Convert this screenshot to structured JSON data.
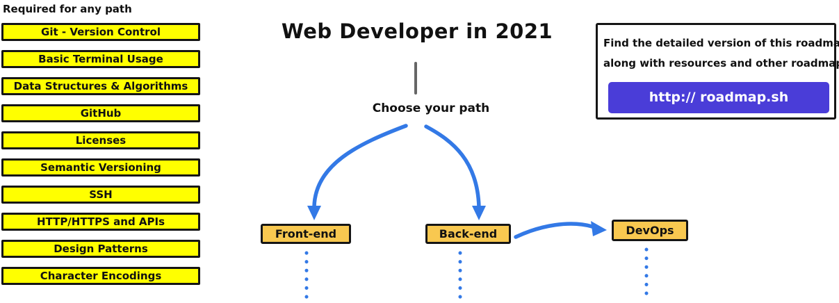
{
  "sidebar": {
    "header": "Required for any path",
    "items": [
      "Git - Version Control",
      "Basic Terminal Usage",
      "Data Structures & Algorithms",
      "GitHub",
      "Licenses",
      "Semantic Versioning",
      "SSH",
      "HTTP/HTTPS and APIs",
      "Design Patterns",
      "Character Encodings"
    ]
  },
  "center": {
    "title": "Web Developer in 2021",
    "choose_label": "Choose your path",
    "paths": [
      {
        "label": "Front-end"
      },
      {
        "label": "Back-end"
      },
      {
        "label": "DevOps"
      }
    ]
  },
  "info_box": {
    "line1": "Find the detailed version of this roadmap",
    "line2": "along with resources and other roadmaps",
    "button_label": "http:// roadmap.sh"
  },
  "colors": {
    "node_fill": "#ffff00",
    "path_fill": "#f8c850",
    "arrow": "#3379e6",
    "connector": "#666666",
    "button": "#4a3dd8",
    "outline": "#151515"
  }
}
